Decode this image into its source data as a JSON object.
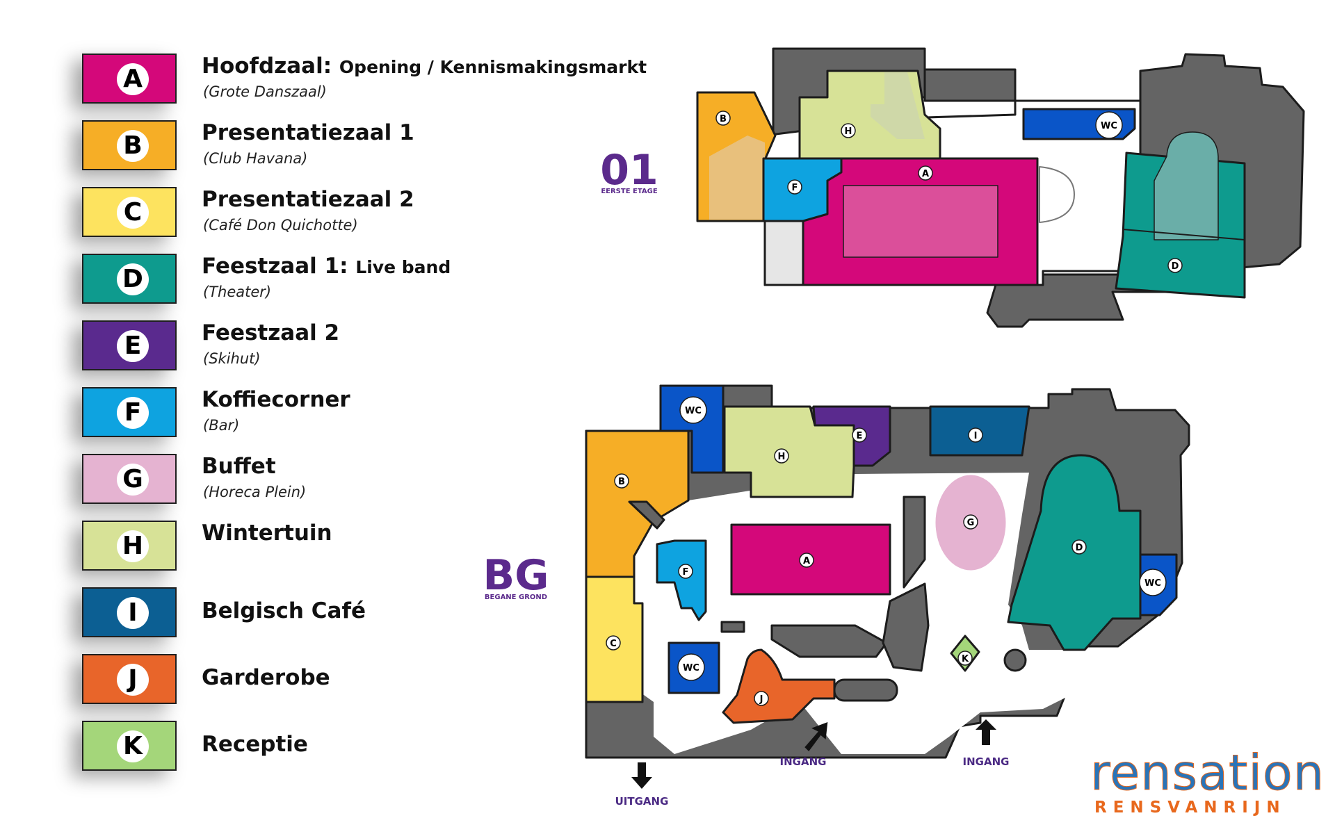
{
  "legend": {
    "items": [
      {
        "letter": "A",
        "title": "Hoofdzaal:",
        "title_extra": "Opening / Kennismakingsmarkt",
        "subtitle": "(Grote Danszaal)",
        "color": "#d4087a"
      },
      {
        "letter": "B",
        "title": "Presentatiezaal 1",
        "title_extra": "",
        "subtitle": "(Club Havana)",
        "color": "#f6ae26"
      },
      {
        "letter": "C",
        "title": "Presentatiezaal 2",
        "title_extra": "",
        "subtitle": "(Café Don Quichotte)",
        "color": "#fde35f"
      },
      {
        "letter": "D",
        "title": "Feestzaal 1:",
        "title_extra": "Live band",
        "subtitle": "(Theater)",
        "color": "#0e9b8e"
      },
      {
        "letter": "E",
        "title": "Feestzaal 2",
        "title_extra": "",
        "subtitle": "(Skihut)",
        "color": "#5a2a8e"
      },
      {
        "letter": "F",
        "title": "Koffiecorner",
        "title_extra": "",
        "subtitle": "(Bar)",
        "color": "#0ea3e0"
      },
      {
        "letter": "G",
        "title": "Buffet",
        "title_extra": "",
        "subtitle": "(Horeca Plein)",
        "color": "#e5b3d1"
      },
      {
        "letter": "H",
        "title": "Wintertuin",
        "title_extra": "",
        "subtitle": "",
        "color": "#d7e297"
      },
      {
        "letter": "I",
        "title": "Belgisch Café",
        "title_extra": "",
        "subtitle": "",
        "color": "#0c5f93"
      },
      {
        "letter": "J",
        "title": "Garderobe",
        "title_extra": "",
        "subtitle": "",
        "color": "#e8652a"
      },
      {
        "letter": "K",
        "title": "Receptie",
        "title_extra": "",
        "subtitle": "",
        "color": "#a4d67a"
      }
    ]
  },
  "floors": {
    "first": {
      "code": "01",
      "name": "EERSTE ETAGE"
    },
    "ground": {
      "code": "BG",
      "name": "BEGANE GROND"
    }
  },
  "map_labels": {
    "wc": "WC",
    "entrance": "INGANG",
    "exit": "UITGANG"
  },
  "colors": {
    "wall": "#646464",
    "corridor": "#ffffff",
    "outline": "#1c1c1c",
    "wc_blue": "#0a55c8",
    "floor_accent": "#5b2a8c"
  },
  "logo": {
    "main": "rensation",
    "sub": "RENSVANRIJN"
  }
}
